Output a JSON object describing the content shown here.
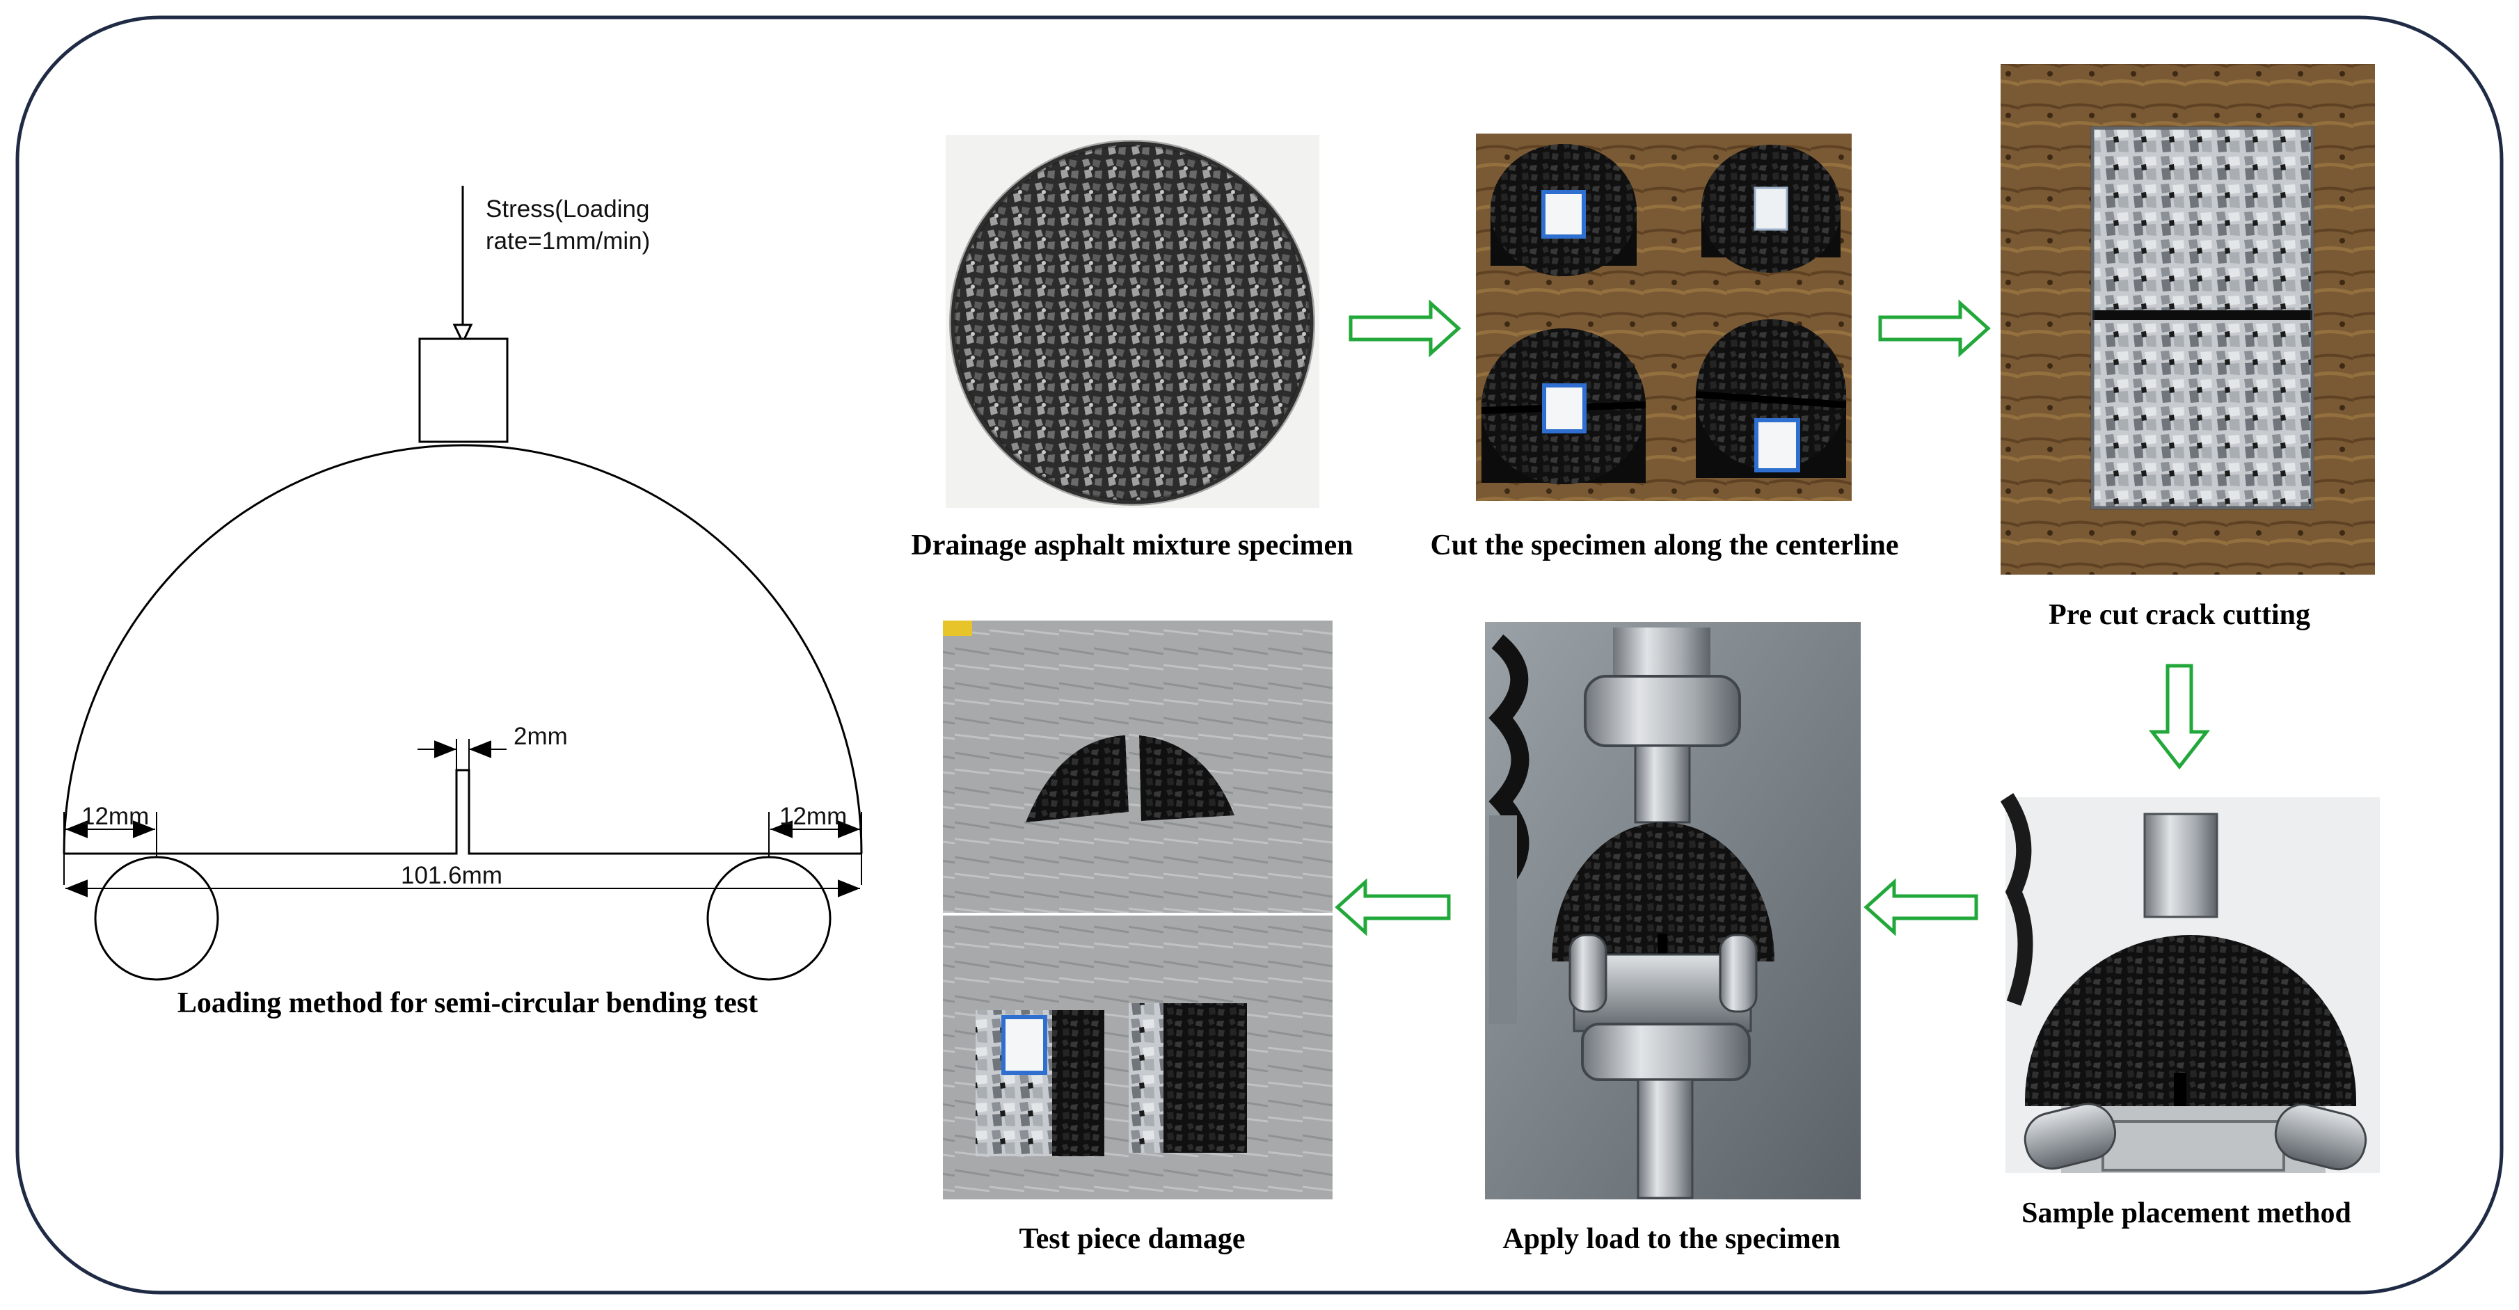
{
  "diagram": {
    "stress_label_line1": "Stress(Loading",
    "stress_label_line2": "rate=1mm/min)",
    "notch_width_label": "2mm",
    "left_support_offset_label": "12mm",
    "right_support_offset_label": "12mm",
    "diameter_label": "101.6mm",
    "caption": "Loading method for semi-circular bending test"
  },
  "photos": {
    "drainage_specimen": "Drainage asphalt mixture specimen",
    "cut_specimen": "Cut the specimen along the centerline",
    "precut_crack": "Pre cut crack cutting",
    "sample_placement": "Sample placement method",
    "apply_load": "Apply load to the specimen",
    "test_damage": "Test piece damage"
  },
  "colors": {
    "frame": "#1f2a44",
    "arrow": "#22a83a",
    "specimen_dark": "#1a1a1a",
    "steel": "#b9bdc2",
    "bench": "#7a5a34"
  }
}
